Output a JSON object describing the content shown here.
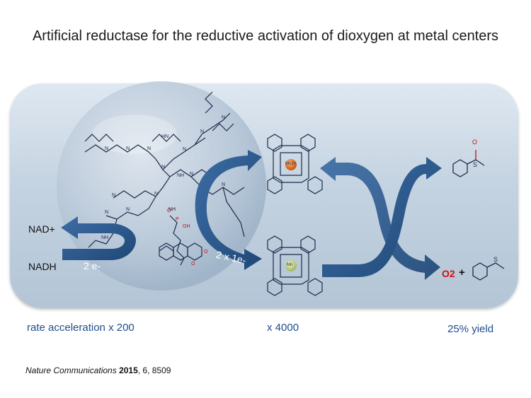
{
  "title": "Artificial reductase for the reductive activation of dioxygen at metal centers",
  "labels": {
    "nad_plus": "NAD+",
    "nadh": "NADH",
    "two_e": "2 e-",
    "two_x_1e": "2 x 1e-",
    "mn3": "Mn3+",
    "mn": "Mn",
    "o2": "O2",
    "plus": "+",
    "sulfoxide_o": "O",
    "s_atom": "S"
  },
  "bottom": {
    "rate": "rate acceleration x 200",
    "x4000": "x 4000",
    "yield": "25% yield"
  },
  "citation": {
    "journal": "Nature Communications",
    "year": "2015",
    "rest": ", 6, 8509"
  },
  "colors": {
    "arrow_blue": "#2f5a8e",
    "text_blue": "#1f4e8c",
    "mn3_orange": "#e07020",
    "mn_green": "#b8c878",
    "o2_red": "#d01010"
  }
}
